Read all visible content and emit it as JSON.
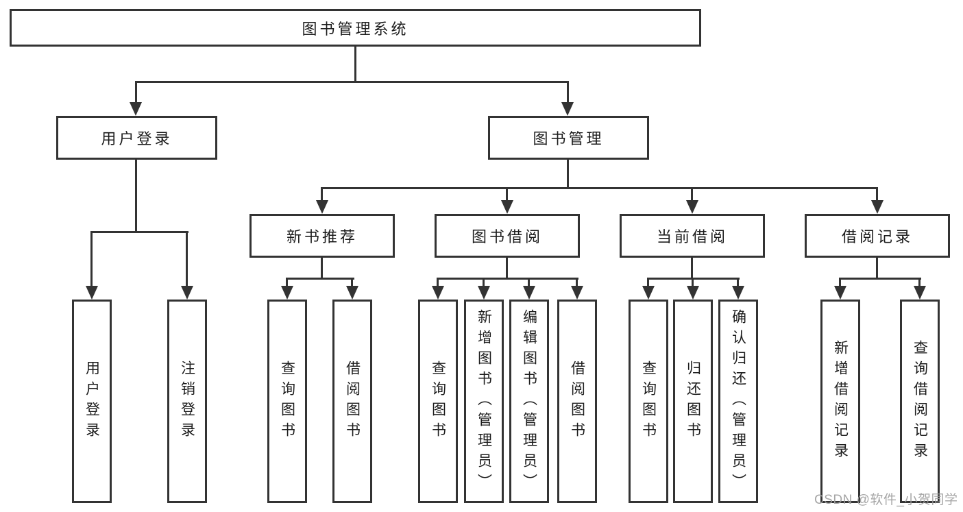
{
  "tree": {
    "label": "图书管理系统",
    "children": [
      {
        "label": "用户登录",
        "children": [
          {
            "label": "用户登录"
          },
          {
            "label": "注销登录"
          }
        ]
      },
      {
        "label": "图书管理",
        "children": [
          {
            "label": "新书推荐",
            "children": [
              {
                "label": "查询图书"
              },
              {
                "label": "借阅图书"
              }
            ]
          },
          {
            "label": "图书借阅",
            "children": [
              {
                "label": "查询图书"
              },
              {
                "label": "新增图书（管理员）"
              },
              {
                "label": "编辑图书（管理员）"
              },
              {
                "label": "借阅图书"
              }
            ]
          },
          {
            "label": "当前借阅",
            "children": [
              {
                "label": "查询图书"
              },
              {
                "label": "归还图书"
              },
              {
                "label": "确认归还（管理员）"
              }
            ]
          },
          {
            "label": "借阅记录",
            "children": [
              {
                "label": "新增借阅记录"
              },
              {
                "label": "查询借阅记录"
              }
            ]
          }
        ]
      }
    ]
  },
  "watermark": {
    "text": "CSDN @软件_小贺同学",
    "color": "#9e9e9e"
  },
  "colors": {
    "line": "#333333",
    "box_fill": "#ffffff",
    "text": "#1c1c1c"
  }
}
